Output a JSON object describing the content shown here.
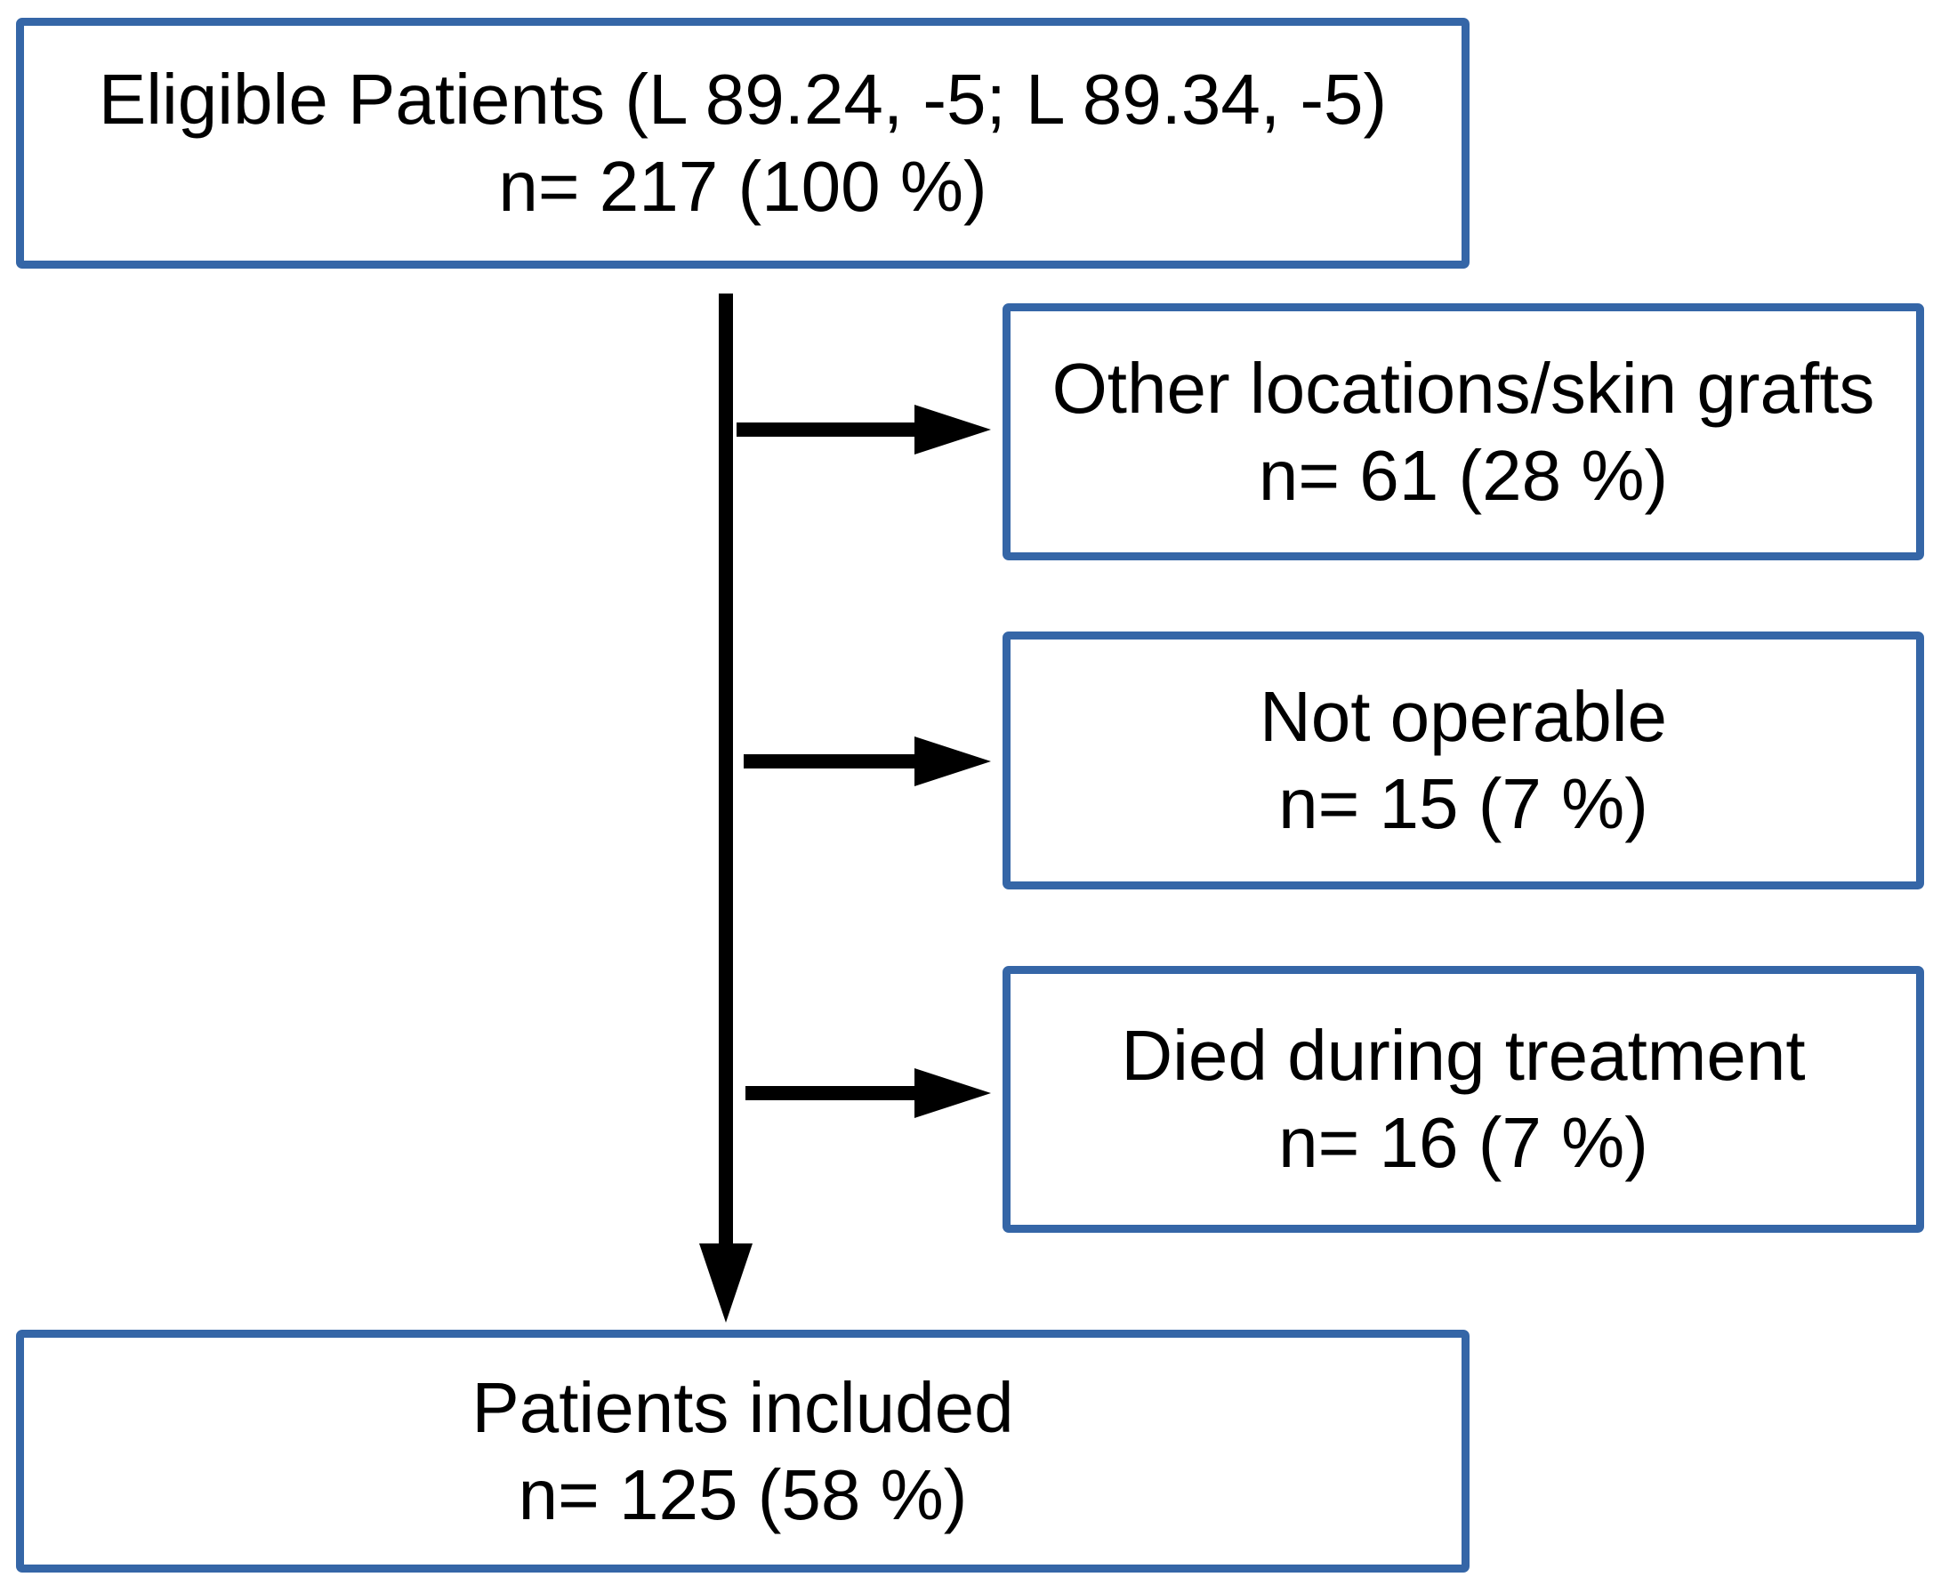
{
  "colors": {
    "box_border": "#3566A7",
    "arrow": "#000000",
    "text": "#000000",
    "background": "#FFFFFF"
  },
  "nodes": {
    "eligible": {
      "label": "Eligible Patients (L 89.24, -5; L 89.34, -5)",
      "count": "n= 217 (100 %)"
    },
    "other_locations": {
      "label": "Other locations/skin grafts",
      "count": "n= 61 (28 %)"
    },
    "not_operable": {
      "label": "Not operable",
      "count": "n= 15 (7 %)"
    },
    "died_during_treatment": {
      "label": "Died during treatment",
      "count": "n= 16 (7 %)"
    },
    "included": {
      "label": "Patients included",
      "count": "n= 125 (58 %)"
    }
  }
}
